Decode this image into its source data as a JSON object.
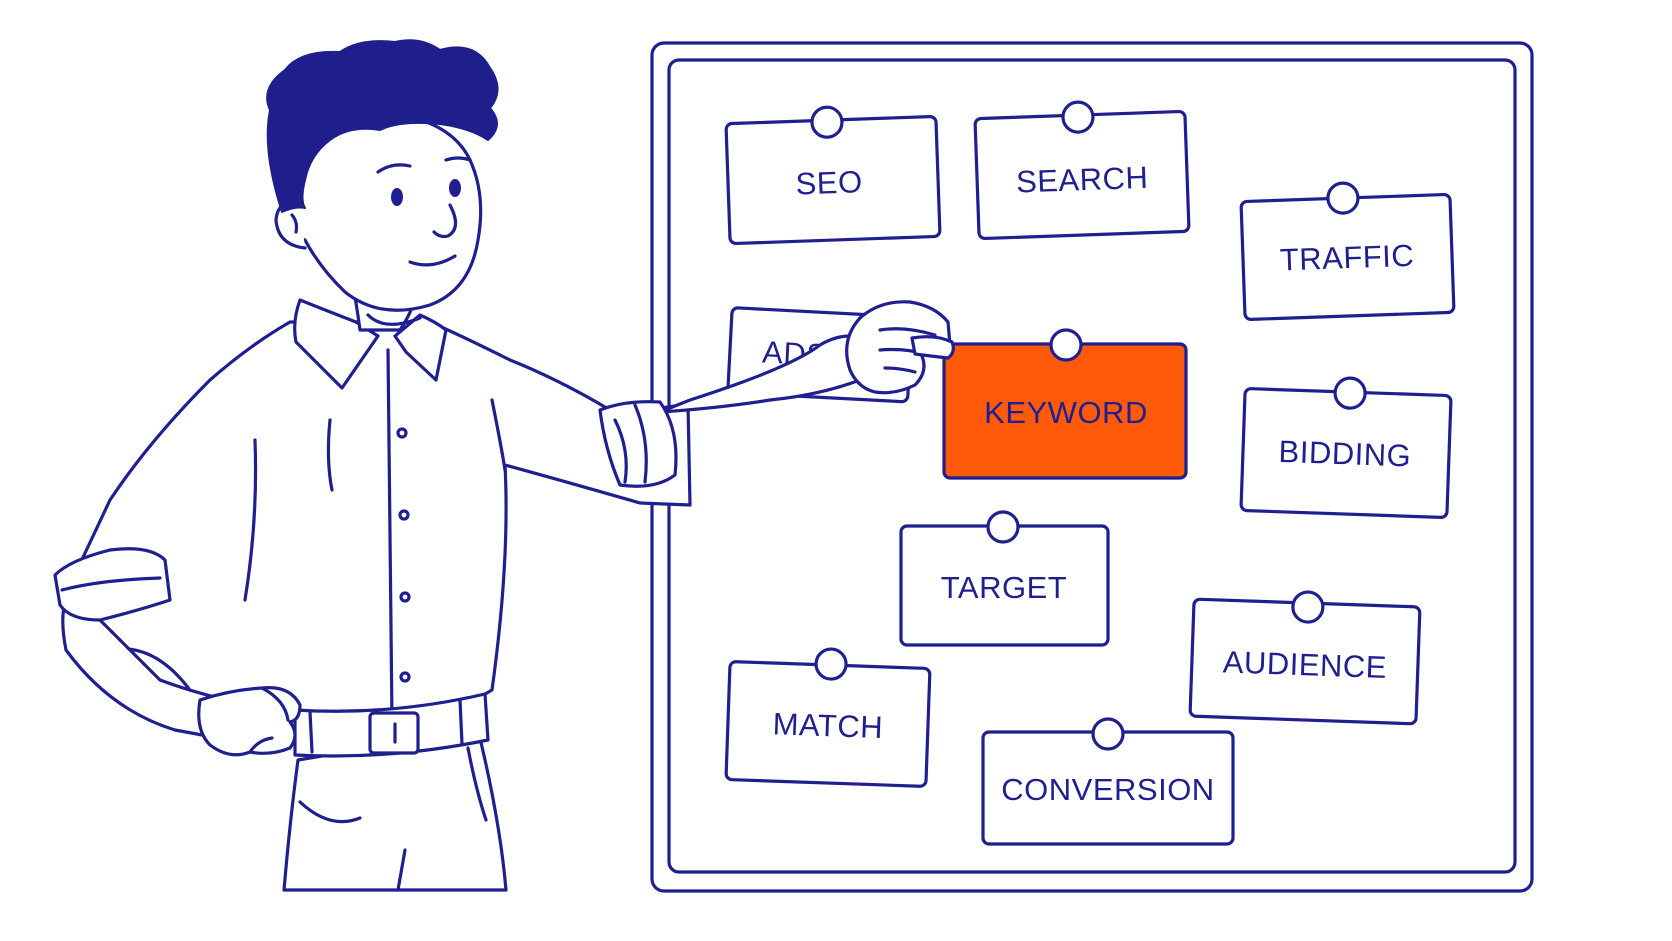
{
  "colors": {
    "ink": "#1f1f8f",
    "highlight": "#ff5a0a",
    "background": "#ffffff"
  },
  "board": {
    "cards": [
      {
        "label": "SEO"
      },
      {
        "label": "SEARCH"
      },
      {
        "label": "TRAFFIC"
      },
      {
        "label": "ADS"
      },
      {
        "label": "KEYWORD",
        "highlighted": true
      },
      {
        "label": "BIDDING"
      },
      {
        "label": "TARGET"
      },
      {
        "label": "AUDIENCE"
      },
      {
        "label": "MATCH"
      },
      {
        "label": "CONVERSION"
      }
    ]
  }
}
